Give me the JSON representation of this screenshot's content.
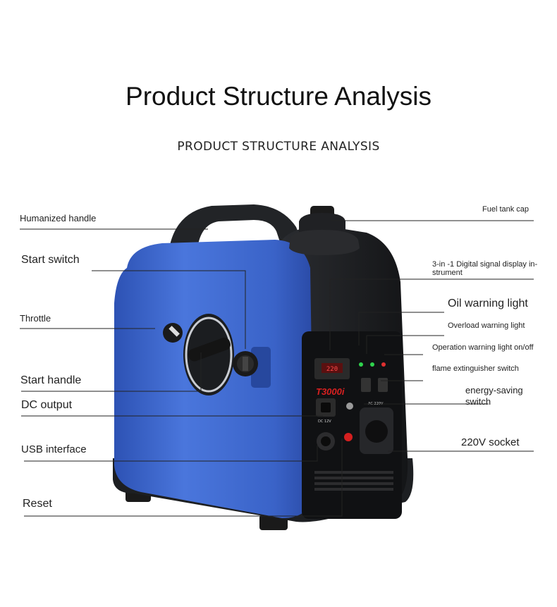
{
  "title": "Product Structure Analysis",
  "subtitle": "PRODUCT STRUCTURE ANALYSIS",
  "product": {
    "model_text": "T3000i",
    "display_value": "220",
    "panel_small": {
      "dc": "DC 12V",
      "ac": "AC 220V"
    }
  },
  "labels": {
    "humanized_handle": "Humanized handle",
    "start_switch": "Start switch",
    "throttle": "Throttle",
    "start_handle": "Start handle",
    "dc_output": "DC output",
    "usb_interface": "USB interface",
    "reset": "Reset",
    "fuel_tank_cap": "Fuel tank cap",
    "digital_display": "3-in -1 Digital signal display in-strument",
    "oil_warning": "Oil warning light",
    "overload_warning": "Overload warning light",
    "operation_warning": "Operation warning light on/off",
    "flame_switch": "flame extinguisher switch",
    "energy_saving": "energy-saving switch",
    "socket_220v": "220V socket"
  },
  "colors": {
    "body_blue": "#3a63c8",
    "frame_black": "#1d1f22",
    "leader_line": "#222222"
  }
}
